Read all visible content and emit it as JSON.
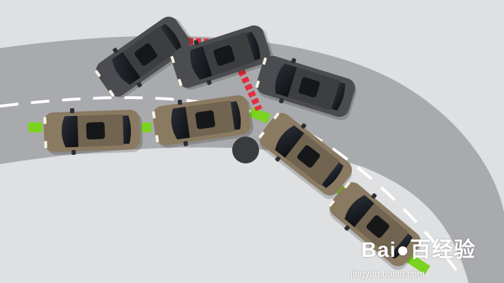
{
  "colors": {
    "background": "#dfe0e2",
    "road": "#a9aaad",
    "lane_marking": "#ffffff",
    "stable_link": "#7bd321",
    "unstable_link": "#e0303f",
    "vehicle_stable": "#8a7a62",
    "vehicle_unstable": "#4b4c4f",
    "pivot": "#3a3b3d"
  },
  "diagram": {
    "road": {
      "lanes": 2,
      "curve": "right"
    },
    "vehicles": [
      {
        "id": "stable-1",
        "group": "stable",
        "body_color": "#8a7a62"
      },
      {
        "id": "stable-2",
        "group": "stable",
        "body_color": "#8a7a62"
      },
      {
        "id": "stable-3",
        "group": "stable",
        "body_color": "#8a7a62"
      },
      {
        "id": "stable-4",
        "group": "stable",
        "body_color": "#8a7a62"
      },
      {
        "id": "unstable-1",
        "group": "unstable",
        "body_color": "#4b4c4f"
      },
      {
        "id": "unstable-2",
        "group": "unstable",
        "body_color": "#4b4c4f"
      },
      {
        "id": "unstable-3",
        "group": "unstable",
        "body_color": "#4b4c4f"
      }
    ],
    "links": {
      "stable": "solid",
      "unstable": "dashed"
    },
    "pivot_icon": "dark-circle"
  },
  "watermark": {
    "brand": "Bai●百经验",
    "url": "jingyan.baidu.com"
  }
}
